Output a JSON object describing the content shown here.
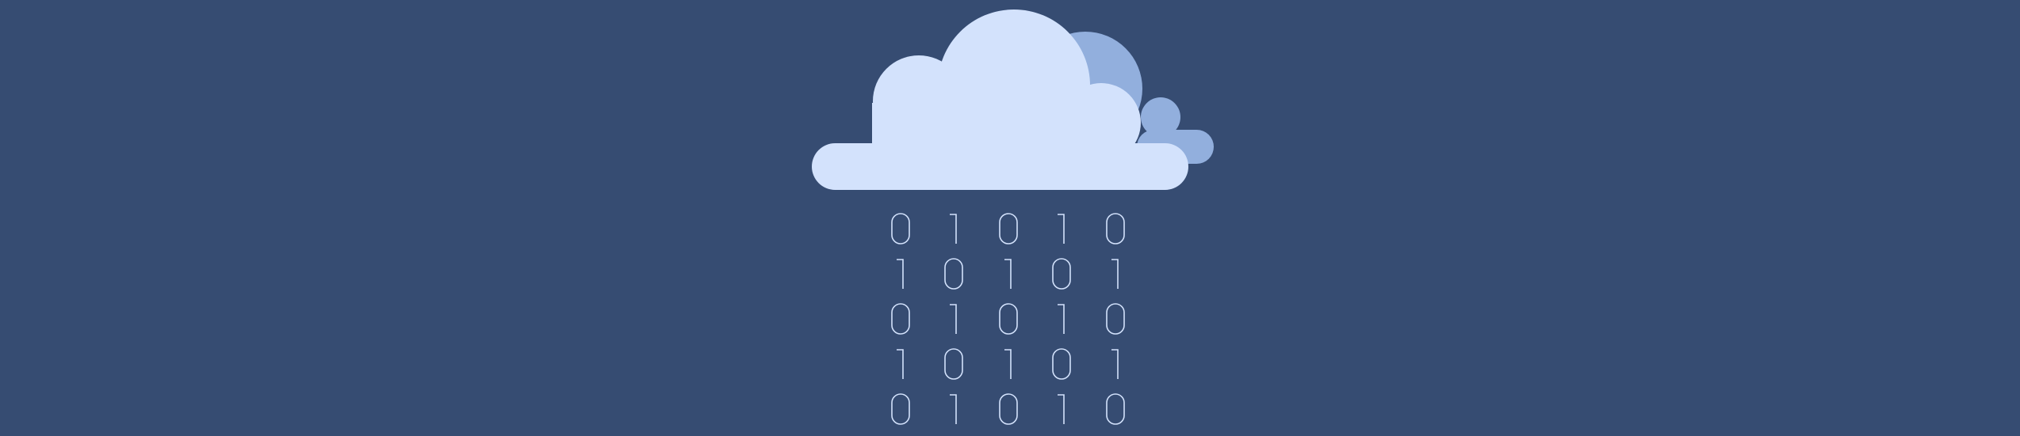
{
  "colors": {
    "background": "#364C72",
    "cloud_front": "#D3E2FC",
    "cloud_back": "#92AFDD",
    "digit_stroke": "#D3E2FC"
  },
  "icons": {
    "cloud": "cloud-icon",
    "binary_rain": "binary-digit-icon"
  },
  "binary_rows": [
    [
      "0",
      "1",
      "0",
      "1",
      "0"
    ],
    [
      "1",
      "0",
      "1",
      "0",
      "1"
    ],
    [
      "0",
      "1",
      "0",
      "1",
      "0"
    ],
    [
      "1",
      "0",
      "1",
      "0",
      "1"
    ],
    [
      "0",
      "1",
      "0",
      "1",
      "0"
    ]
  ]
}
